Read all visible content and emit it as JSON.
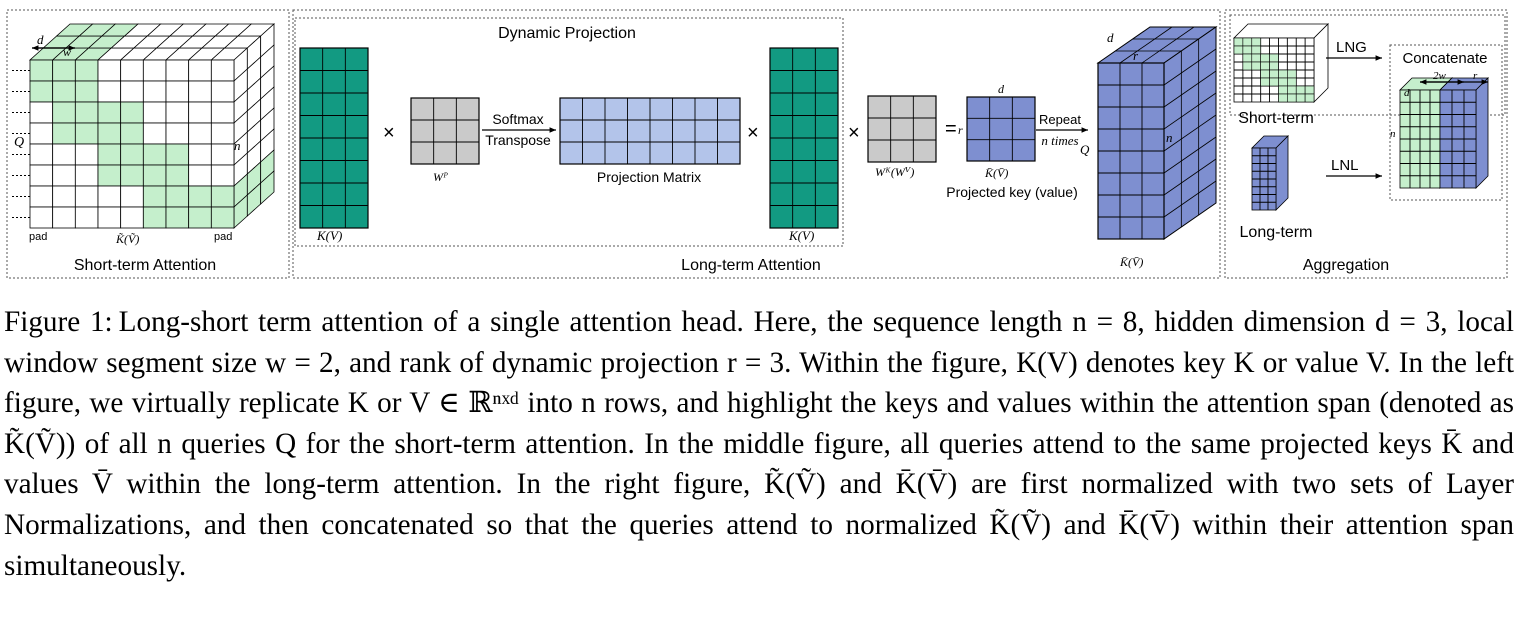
{
  "colors": {
    "teal": "#129A82",
    "green_hl": "#C5EFCC",
    "gray": "#CACACA",
    "light_blue": "#B3C4EA",
    "purple_blue": "#7E8FD0",
    "grid_line": "#000000"
  },
  "panels": {
    "short_term": {
      "title": "Short-term Attention",
      "label_d": "d",
      "label_w": "w",
      "label_q": "Q",
      "label_n": "n",
      "label_pad_left": "pad",
      "label_pad_right": "pad",
      "label_k": "K̃(Ṽ)"
    },
    "long_term": {
      "title": "Long-term Attention",
      "dynamic_projection": "Dynamic Projection",
      "k_left": "K(V)",
      "times1": "×",
      "wp": "Wᴾ",
      "softmax": "Softmax",
      "transpose": "Transpose",
      "projection_matrix": "Projection Matrix",
      "times2": "×",
      "k_right": "K(V)",
      "times3": "×",
      "wk": "Wᴷ(Wⱽ)",
      "equals": "=",
      "r": "r",
      "d_small": "d",
      "kbar": "K̄(V̄)",
      "projected_key": "Projected key (value)",
      "repeat": "Repeat",
      "n_times": "n times",
      "q": "Q",
      "cube_d": "d",
      "cube_r": "r",
      "cube_n": "n",
      "cube_label": "K̄(V̄)"
    },
    "aggregation": {
      "title": "Aggregation",
      "short_term": "Short-term",
      "long_term": "Long-term",
      "ln_g": "LNG",
      "ln_l": "LNL",
      "concatenate": "Concatenate",
      "two_w": "2w",
      "r": "r",
      "d": "d",
      "n": "n"
    }
  },
  "caption": {
    "label": "Figure 1:",
    "text": "Long-short term attention of a single attention head. Here, the sequence length n = 8, hidden dimension d = 3, local window segment size w = 2, and rank of dynamic projection r = 3. Within the figure, K(V) denotes key K or value V. In the left figure, we virtually replicate K or V ∈ ℝⁿˣᵈ into n rows, and highlight the keys and values within the attention span (denoted as K̃(Ṽ)) of all n queries Q for the short-term attention. In the middle figure, all queries attend to the same projected keys K̄ and values V̄ within the long-term attention. In the right figure, K̃(Ṽ) and K̄(V̄) are first normalized with two sets of Layer Normalizations, and then concatenated so that the queries attend to normalized K̃(Ṽ) and K̄(V̄) within their attention span simultaneously."
  }
}
